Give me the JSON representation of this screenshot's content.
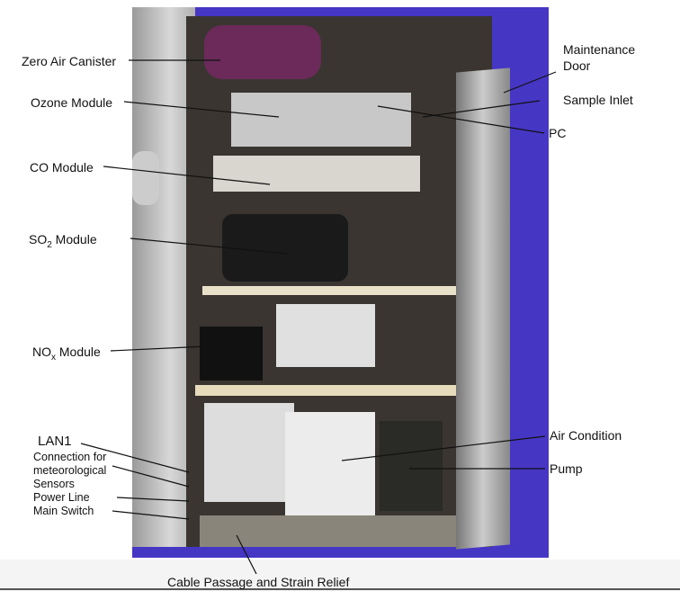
{
  "labels": {
    "zero_air": "Zero Air Canister",
    "ozone": "Ozone Module",
    "co": "CO Module",
    "so2": "SO",
    "so2_sub": "2",
    "so2_rest": " Module",
    "nox": "NO",
    "nox_sub": "x",
    "nox_rest": " Module",
    "lan1": "LAN1",
    "connection1": "Connection for",
    "connection2": "meteorological",
    "connection3": "Sensors",
    "power": "Power Line",
    "main_switch": "Main Switch",
    "maintenance1": "Maintenance",
    "maintenance2": "Door",
    "sample_inlet": "Sample Inlet",
    "pc": "PC",
    "air_condition": "Air Condition",
    "pump": "Pump",
    "cable": "Cable Passage and Strain Relief"
  }
}
